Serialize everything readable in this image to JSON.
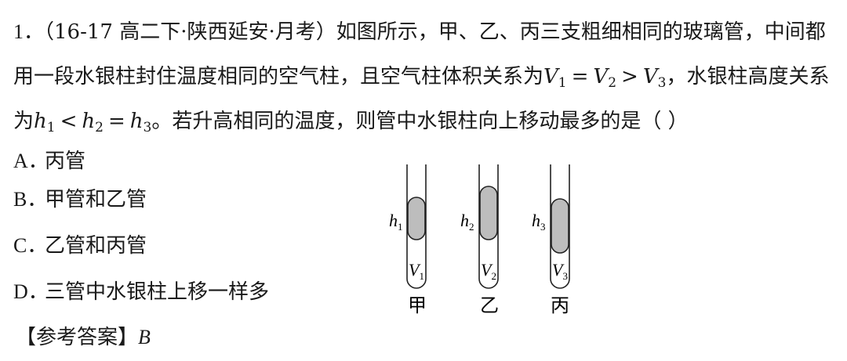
{
  "question": {
    "number": "1．",
    "source": "（16-17 高二下·陕西延安·月考）",
    "line1_text": "如图所示，甲、乙、丙三支粗细相同的玻璃管，中间都",
    "line2_text": "用一段水银柱封住温度相同的空气柱，且空气柱体积关系为",
    "volume_relation": {
      "v1": "V",
      "v1_sub": "1",
      "op1": "=",
      "v2": "V",
      "v2_sub": "2",
      "op2": ">",
      "v3": "V",
      "v3_sub": "3"
    },
    "line2_tail": "，水银柱高度关系",
    "line3_head": "为",
    "height_relation": {
      "h1": "h",
      "h1_sub": "1",
      "op1": "<",
      "h2": "h",
      "h2_sub": "2",
      "op2": "=",
      "h3": "h",
      "h3_sub": "3"
    },
    "line3_tail": "。若升高相同的温度，则管中水银柱向上移动最多的是（  ）"
  },
  "options": [
    {
      "letter": "A．",
      "text": "丙管"
    },
    {
      "letter": "B．",
      "text": "甲管和乙管"
    },
    {
      "letter": "C．",
      "text": "乙管和丙管"
    },
    {
      "letter": "D．",
      "text": "三管中水银柱上移一样多"
    }
  ],
  "answer": {
    "label": "【参考答案】",
    "value": "B"
  },
  "figure": {
    "mercury_color": "#bdbdbd",
    "tubes": [
      {
        "name": "甲",
        "h_label": "h",
        "h_sub": "1",
        "v_label": "V",
        "v_sub": "1"
      },
      {
        "name": "乙",
        "h_label": "h",
        "h_sub": "2",
        "v_label": "V",
        "v_sub": "2"
      },
      {
        "name": "丙",
        "h_label": "h",
        "h_sub": "3",
        "v_label": "V",
        "v_sub": "3"
      }
    ]
  }
}
